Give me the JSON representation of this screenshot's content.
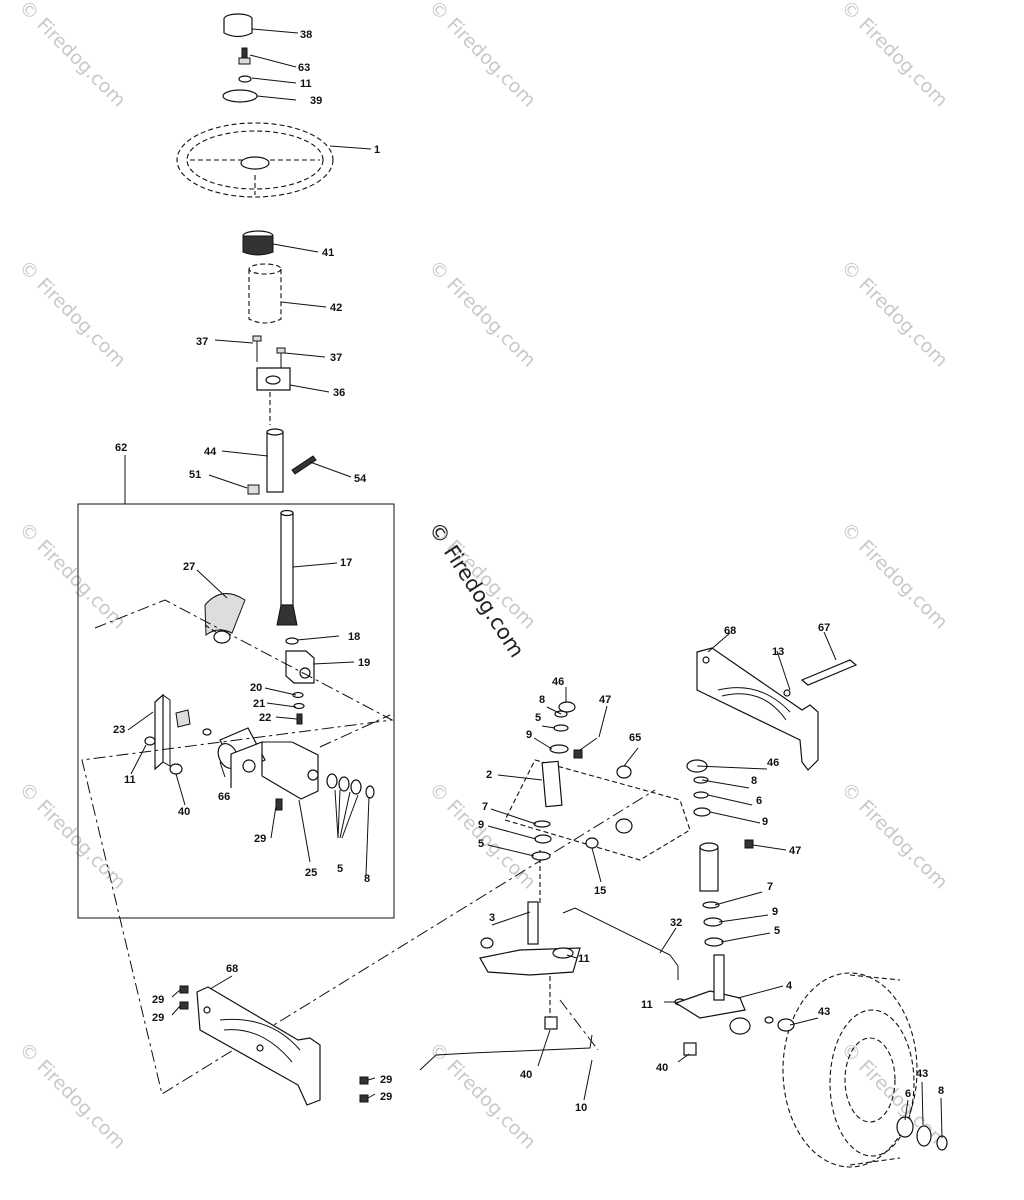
{
  "watermarks": [
    {
      "text": "© Firedog.com"
    },
    {
      "text": "© Firedog.com"
    },
    {
      "text": "© Firedog.com"
    },
    {
      "text": "© Firedog.com"
    },
    {
      "text": "© Firedog.com"
    },
    {
      "text": "© Firedog.com"
    },
    {
      "text": "© Firedog.com"
    },
    {
      "text": "© Firedog.com"
    },
    {
      "text": "© Firedog.com"
    },
    {
      "text": "© Firedog.com"
    },
    {
      "text": "© Firedog.com"
    },
    {
      "text": "© Firedog.com"
    },
    {
      "text": "© Firedog.com"
    },
    {
      "text": "© Firedog.com"
    },
    {
      "text": "© Firedog.com"
    }
  ],
  "copyright": "© Firedog.com",
  "callouts": [
    "38",
    "63",
    "11",
    "39",
    "1",
    "41",
    "42",
    "37",
    "37",
    "36",
    "44",
    "54",
    "51",
    "62",
    "17",
    "27",
    "18",
    "19",
    "20",
    "21",
    "22",
    "23",
    "11",
    "40",
    "66",
    "29",
    "25",
    "5",
    "8",
    "68",
    "67",
    "13",
    "46",
    "8",
    "5",
    "9",
    "47",
    "65",
    "2",
    "7",
    "9",
    "5",
    "15",
    "46",
    "8",
    "6",
    "9",
    "47",
    "7",
    "9",
    "5",
    "3",
    "32",
    "11",
    "11",
    "4",
    "43",
    "40",
    "40",
    "68",
    "29",
    "29",
    "29",
    "29",
    "10",
    "6",
    "43",
    "8"
  ]
}
